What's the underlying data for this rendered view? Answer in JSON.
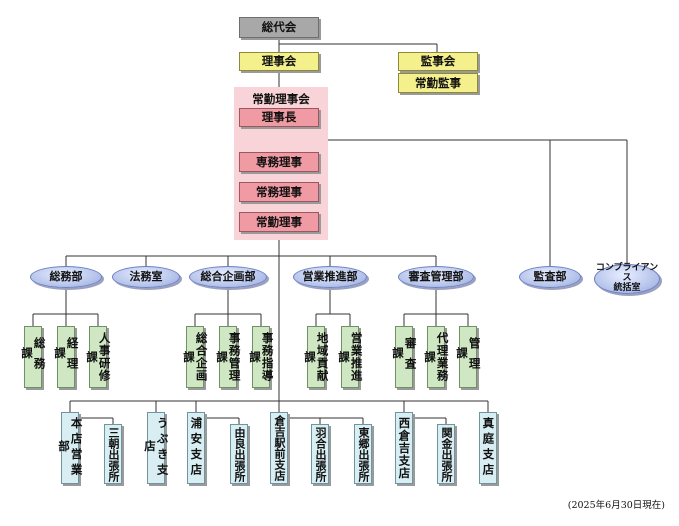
{
  "top": {
    "sodaikai": "総代会",
    "rijikai": "理事会",
    "kanjikai": "監事会",
    "jokin_kanji": "常勤監事"
  },
  "executive": {
    "group_title": "常勤理事会",
    "rijicho": "理事長",
    "senmu": "専務理事",
    "jomu": "常務理事",
    "jokin": "常勤理事"
  },
  "departments": {
    "somubu": "総務部",
    "homushitsu": "法務室",
    "sogokikakubu": "総合企画部",
    "eigyosuishinbu": "営業推進部",
    "shinsakanribu": "審査管理部",
    "kansabu": "監査部",
    "compliance": "コンプライアンス\n統括室"
  },
  "sections": {
    "somu_ka": "総務課",
    "keiri_ka": "経理課",
    "jinji_ka": "人事研修課",
    "sogokikaku_ka": "総合企画課",
    "jimukanri_ka": "事務管理課",
    "jimushido_ka": "事務指導課",
    "chiikikoken_ka": "地域貢献課",
    "eigyosuishin_ka": "営業推進課",
    "shinsa_ka": "審査課",
    "dairigyomu_ka": "代理業務課",
    "kanri_ka": "管理課"
  },
  "branches": {
    "honten": "本店営業部",
    "mitsuge": "三朝出張所",
    "ubuki": "うぶき支店",
    "urayasu": "浦安支店",
    "yura": "由良出張所",
    "kurayoshi_ekimae": "倉吉駅前支店",
    "hane": "羽合出張所",
    "togo": "東郷出張所",
    "nishikurayoshi": "西倉吉支店",
    "sekigane": "関金出張所",
    "maniwa": "真庭支店"
  },
  "footer": {
    "as_of": "(2025年6月30日現在)"
  }
}
